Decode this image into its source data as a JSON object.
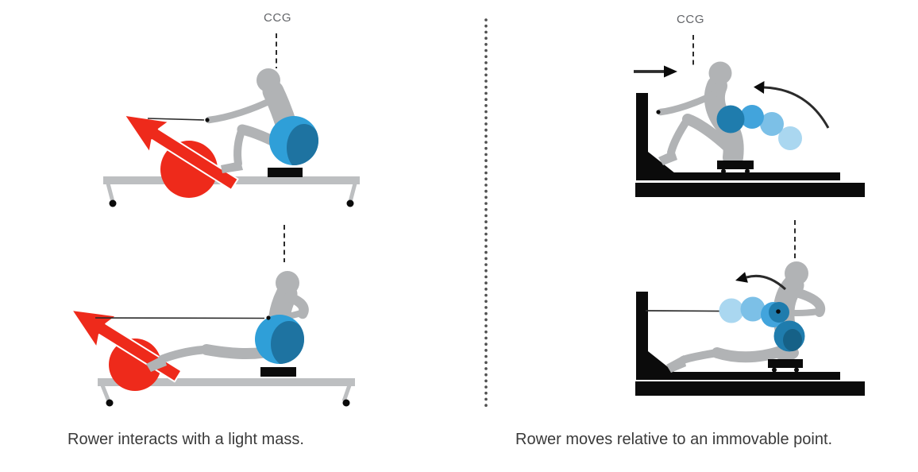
{
  "figure": {
    "left": {
      "ccg_label": "CCG",
      "caption": "Rower interacts with a light mass."
    },
    "right": {
      "ccg_label": "CCG",
      "caption": "Rower moves relative to an immovable point."
    }
  },
  "colors": {
    "body_gray": "#b1b3b5",
    "rail_gray": "#bdbfc1",
    "accent_red": "#ee2a1b",
    "mass_blue": "#2f9fd8",
    "mass_blue_dark": "#1d6e9b",
    "trail_deep": "#155d80",
    "ink_black": "#0b0b0b",
    "line_dark": "#2b2b2b",
    "ccg_text": "#636569",
    "caption_text": "#3a3a3a",
    "trail": [
      "#aad7f0",
      "#7cc0e7",
      "#42a4dc",
      "#1f7cad"
    ]
  }
}
